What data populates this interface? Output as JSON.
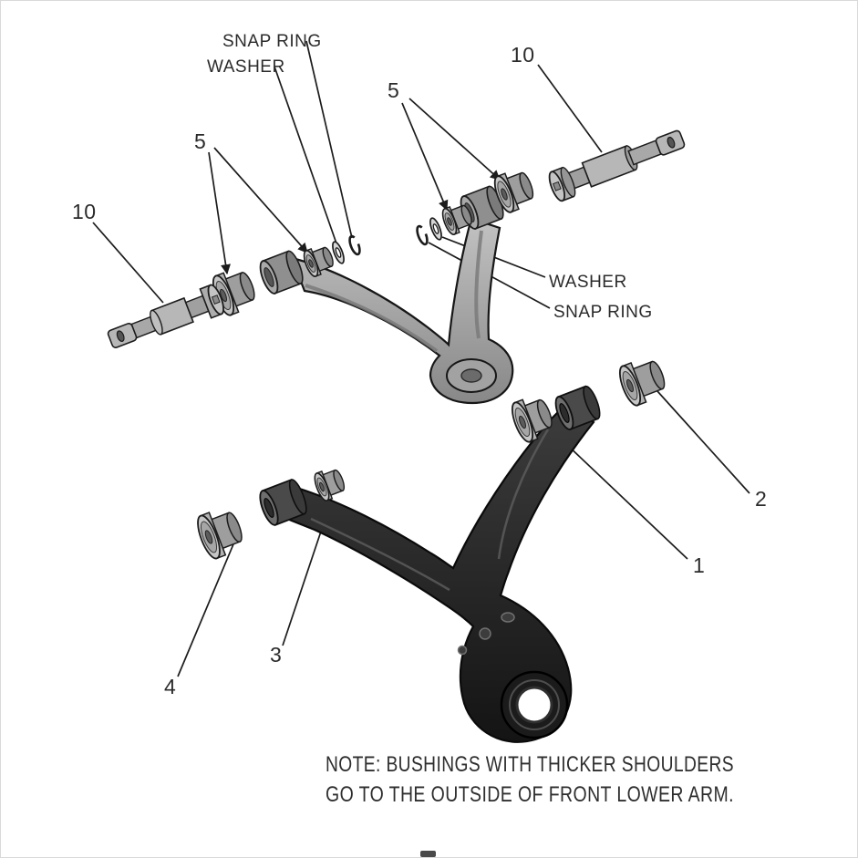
{
  "figure": {
    "type": "exploded-parts-diagram",
    "subject": "front upper and lower control arms with bushings",
    "callouts": {
      "snap_ring_top": "SNAP RING",
      "washer_top": "WASHER",
      "qty_upper_left": "5",
      "qty_upper_right": "5",
      "shaft_left": "10",
      "shaft_right": "10",
      "washer_right": "WASHER",
      "snap_ring_right": "SNAP RING",
      "bushing_lower_inner_right": "1",
      "bushing_lower_outer_right": "2",
      "bushing_lower_inner_left": "3",
      "bushing_lower_outer_left": "4"
    },
    "note_line1": "NOTE: BUSHINGS WITH THICKER SHOULDERS",
    "note_line2": "GO TO THE OUTSIDE OF FRONT LOWER ARM.",
    "colors": {
      "ink": "#1c1c1c",
      "upper_arm": "#ababab",
      "lower_arm": "#2e2e2e",
      "bushing": "#b5b5b5",
      "background": "#ffffff"
    }
  }
}
